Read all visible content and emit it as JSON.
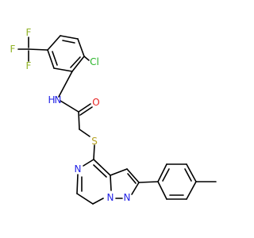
{
  "colors": {
    "carbon_bond": "#000000",
    "nitrogen": "#2323e6",
    "oxygen": "#e62323",
    "sulfur": "#b4a020",
    "chlorine": "#27b427",
    "fluorine": "#8fb224",
    "hydrogen_label": "#2323e6"
  },
  "atoms": {
    "f_top": "F",
    "f_left": "F",
    "f_bottom": "F",
    "chlorine": "Cl",
    "amide_n": "N",
    "amide_h": "H",
    "carbonyl_o": "O",
    "thioether_s": "S",
    "pyrazine_n": "N",
    "bridge_n1": "N",
    "bridge_n2": "N"
  }
}
